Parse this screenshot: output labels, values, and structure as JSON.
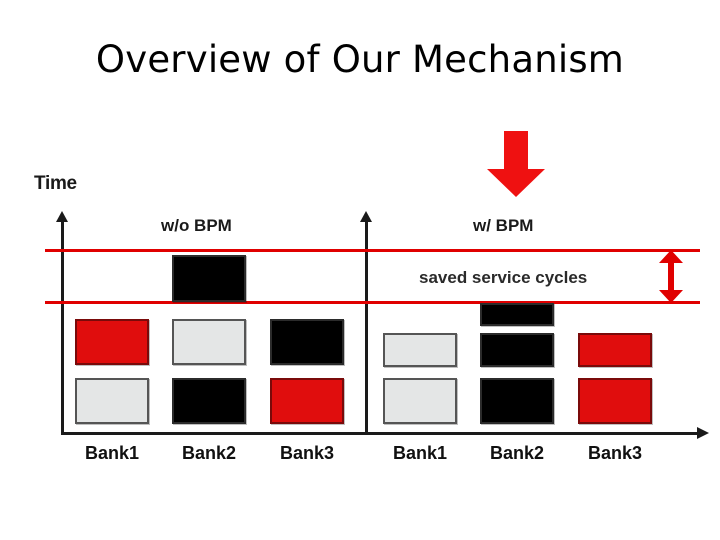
{
  "slide": {
    "title": "Overview of Our Mechanism"
  },
  "diagram": {
    "axis": {
      "y_label": "Time",
      "y_axis_icon": "up-arrow-icon",
      "x_axis_icon": "right-arrow-icon"
    },
    "callout": {
      "down_arrow_icon": "red-down-arrow-icon",
      "measure_arrow_icon": "red-double-headed-arrow-icon",
      "saved_label": "saved service cycles"
    },
    "colors": {
      "red": "#e00d0d",
      "red_line": "#e00000",
      "black": "#000000",
      "gray": "#e4e6e6",
      "axis": "#1a1a1a",
      "background": "#ffffff"
    },
    "threshold_lines": [
      {
        "name": "upper-threshold-line",
        "y": 249
      },
      {
        "name": "lower-threshold-line",
        "y": 301
      }
    ],
    "panels": [
      {
        "id": "wo-bpm",
        "label": "w/o BPM",
        "banks": [
          {
            "label": "Bank1",
            "blocks": [
              "red",
              "gray"
            ]
          },
          {
            "label": "Bank2",
            "blocks": [
              "black",
              "gray",
              "black"
            ]
          },
          {
            "label": "Bank3",
            "blocks": [
              "black",
              "red"
            ]
          }
        ]
      },
      {
        "id": "w-bpm",
        "label": "w/ BPM",
        "banks": [
          {
            "label": "Bank1",
            "blocks": [
              "gray",
              "gray"
            ]
          },
          {
            "label": "Bank2",
            "blocks": [
              "black",
              "black",
              "black"
            ]
          },
          {
            "label": "Bank3",
            "blocks": [
              "red",
              "red"
            ]
          }
        ]
      }
    ],
    "bank_labels": [
      "Bank1",
      "Bank2",
      "Bank3",
      "Bank1",
      "Bank2",
      "Bank3"
    ]
  },
  "chart_data": {
    "type": "bar",
    "title": "Overview of Our Mechanism",
    "xlabel": "",
    "ylabel": "Time",
    "categories": [
      "Bank1",
      "Bank2",
      "Bank3",
      "Bank1",
      "Bank2",
      "Bank3"
    ],
    "series": [
      {
        "name": "w/o BPM",
        "categories": [
          "Bank1",
          "Bank2",
          "Bank3"
        ],
        "values": [
          2,
          3,
          2
        ]
      },
      {
        "name": "w/ BPM",
        "categories": [
          "Bank1",
          "Bank2",
          "Bank3"
        ],
        "values": [
          2,
          3,
          2
        ]
      }
    ],
    "annotations": [
      "saved service cycles"
    ],
    "grid": false,
    "legend": "none"
  }
}
